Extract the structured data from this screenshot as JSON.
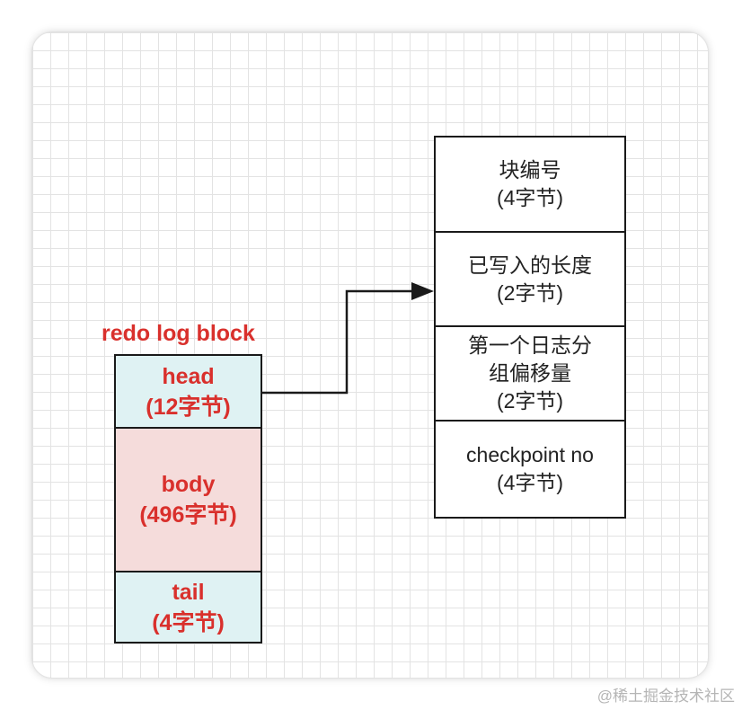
{
  "left_block": {
    "title": "redo log block",
    "segments": [
      {
        "name": "head",
        "size": "(12字节)",
        "fill": "#dff2f3"
      },
      {
        "name": "body",
        "size": "(496字节)",
        "fill": "#f5dcdb"
      },
      {
        "name": "tail",
        "size": "(4字节)",
        "fill": "#dff2f3"
      }
    ]
  },
  "head_detail": {
    "fields": [
      {
        "line1": "块编号",
        "line2": "(4字节)"
      },
      {
        "line1": "已写入的长度",
        "line2": "(2字节)"
      },
      {
        "line1": "第一个日志分",
        "line2": "组偏移量",
        "line3": "(2字节)"
      },
      {
        "line1": "checkpoint no",
        "line2": "(4字节)"
      }
    ]
  },
  "colors": {
    "accent_text": "#d9302c",
    "border": "#1a1a1a",
    "grid": "#e3e3e3"
  },
  "watermark": "@稀土掘金技术社区"
}
